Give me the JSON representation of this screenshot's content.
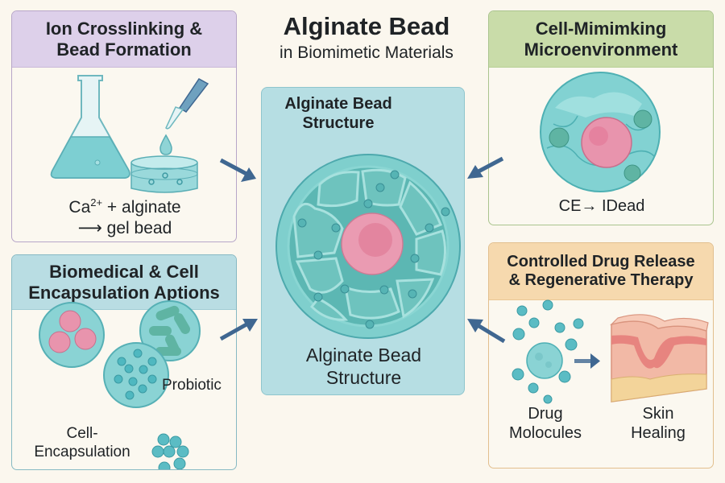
{
  "title": {
    "main": "Alginate Bead",
    "subtitle": "in Biomimetic Materials"
  },
  "center": {
    "heading_line1": "Alginate Bead",
    "heading_line2": "Structure",
    "caption_line1": "Alginate Bead",
    "caption_line2": "Structure",
    "icon": "alginate-bead-cross-section-icon"
  },
  "panels": {
    "top_left": {
      "header_line1": "Ion Crosslinking &",
      "header_line2": "Bead Formation",
      "equation_ion": "Ca",
      "equation_charge": "2+",
      "equation_rest": " + alginate",
      "equation_arrow": "⟶",
      "equation_product": " gel bead",
      "icons": [
        "erlenmeyer-flask-icon",
        "dropper-icon",
        "droplet-icon",
        "petri-dish-icon"
      ],
      "color": "#ddd0ea"
    },
    "top_right": {
      "header_line1": "Cell-Mimimking",
      "header_line2": "Microenvironment",
      "caption": "CE→ IDead",
      "icons": [
        "cell-icon"
      ],
      "color": "#c9dca9"
    },
    "bottom_left": {
      "header_line1": "Biomedical & Cell",
      "header_line2": "Encapsulation Aptions",
      "label_probiotic": "Probiotic",
      "label_cell_line1": "Cell-",
      "label_cell_line2": "Encapsulation",
      "icons": [
        "red-cell-bead-icon",
        "probiotic-bead-icon",
        "cell-bead-icon",
        "micro-bead-cluster-icon"
      ],
      "color": "#b9dde3"
    },
    "bottom_right": {
      "header_line1": "Controlled Drug Release",
      "header_line2": "& Regenerative Therapy",
      "label_drug_line1": "Drug",
      "label_drug_line2": "Molocules",
      "label_skin_line1": "Skin",
      "label_skin_line2": "Healing",
      "icons": [
        "drug-bead-icon",
        "arrow-right-icon",
        "skin-tissue-icon"
      ],
      "color": "#f6d9ae"
    }
  },
  "arrows": [
    "arrow-top-left-to-center",
    "arrow-top-right-to-center",
    "arrow-bottom-left-to-center",
    "arrow-bottom-right-to-center"
  ],
  "colors": {
    "background": "#fbf7ee",
    "arrow": "#3f6791",
    "bead_teal": "#6fc7c9",
    "nucleus_pink": "#e38fa8"
  }
}
